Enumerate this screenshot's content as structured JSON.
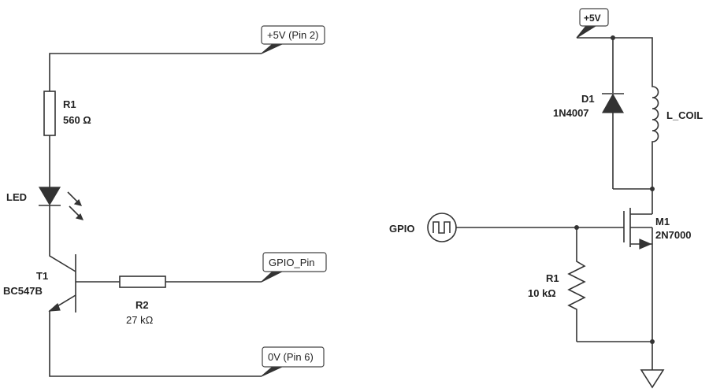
{
  "left_circuit": {
    "ports": {
      "vcc": "+5V (Pin 2)",
      "gpio": "GPIO_Pin",
      "gnd": "0V (Pin 6)"
    },
    "r1": {
      "name": "R1",
      "value": "560 Ω"
    },
    "led": {
      "name": "LED"
    },
    "t1": {
      "name": "T1",
      "part": "BC547B"
    },
    "r2": {
      "name": "R2",
      "value": "27 kΩ"
    }
  },
  "right_circuit": {
    "supply": "+5V",
    "d1": {
      "name": "D1",
      "part": "1N4007"
    },
    "coil": {
      "name": "L_COIL"
    },
    "gpio_source": {
      "name": "GPIO"
    },
    "m1": {
      "name": "M1",
      "part": "2N7000"
    },
    "r1": {
      "name": "R1",
      "value": "10 kΩ"
    }
  }
}
